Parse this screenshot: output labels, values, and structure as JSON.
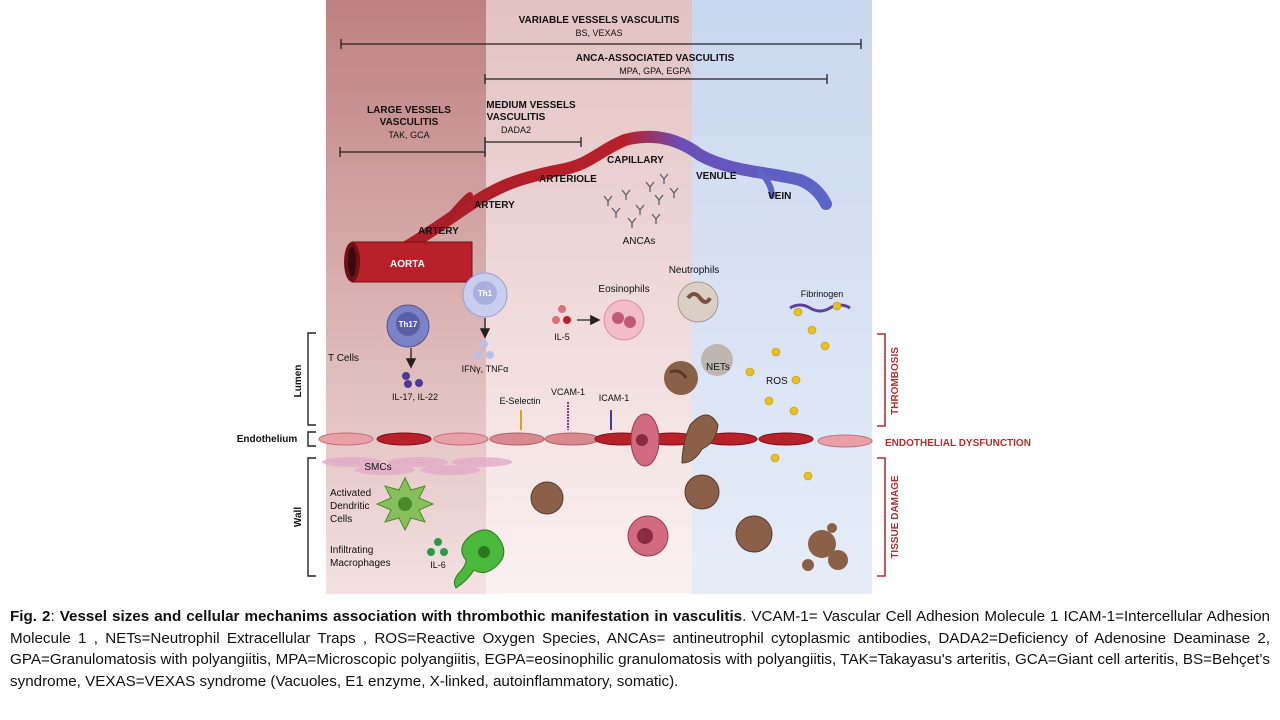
{
  "header": {
    "variable_title": "VARIABLE VESSELS VASCULITIS",
    "variable_sub": "BS, VEXAS",
    "anca_title": "ANCA-ASSOCIATED VASCULITIS",
    "anca_sub": "MPA, GPA, EGPA",
    "large_title_1": "LARGE VESSELS",
    "large_title_2": "VASCULITIS",
    "large_sub": "TAK, GCA",
    "medium_title_1": "MEDIUM  VESSELS",
    "medium_title_2": "VASCULITIS",
    "medium_sub": "DADA2"
  },
  "vessels": {
    "aorta": "AORTA",
    "artery_1": "ARTERY",
    "artery_2": "ARTERY",
    "arteriole": "ARTERIOLE",
    "capillary": "CAPILLARY",
    "venule": "VENULE",
    "vein": "VEIN"
  },
  "lumen": {
    "section_label": "Lumen",
    "t_cells": "T Cells",
    "th17": "Th17",
    "th1": "Th1",
    "il17": "IL-17, IL-22",
    "ifn": "IFNγ, TNFα",
    "il5": "IL-5",
    "eosinophils": "Eosinophils",
    "neutrophils": "Neutrophils",
    "ancas": "ANCAs",
    "fibrinogen": "Fibrinogen",
    "nets": "NETs",
    "ros": "ROS",
    "e_selectin": "E-Selectin",
    "vcam": "VCAM-1",
    "icam": "ICAM-1"
  },
  "endothelium": {
    "label": "Endothelium",
    "dysfunction": "ENDOTHELIAL DYSFUNCTION"
  },
  "wall": {
    "section_label": "Wall",
    "smcs": "SMCs",
    "dendritic_1": "Activated",
    "dendritic_2": "Dendritic",
    "dendritic_3": "Cells",
    "macro_1": "Infiltrating",
    "macro_2": "Macrophages",
    "il6": "IL-6"
  },
  "side_labels": {
    "thrombosis": "THROMBOSIS",
    "tissue_damage": "TISSUE DAMAGE"
  },
  "caption": {
    "fig_label": "Fig. 2",
    "colon": ": ",
    "title": "Vessel sizes and cellular mechanims association with thrombothic manifestation in vasculitis",
    "body": ". VCAM-1= Vascular Cell Adhesion Molecule 1  ICAM-1=Intercellular Adhesion Molecule 1 , NETs=Neutrophil Extracellular Traps , ROS=Reactive Oxygen Species, ANCAs= antineutrophil cytoplasmic antibodies, DADA2=Deficiency of Adenosine Deaminase 2,  GPA=Granulomatosis with polyangiitis, MPA=Microscopic polyangiitis, EGPA=eosinophilic granulomatosis with polyangiitis, TAK=Takayasu's arteritis, GCA=Giant cell arteritis, BS=Behçet’s syndrome, VEXAS=VEXAS syndrome (Vacuoles, E1 enzyme, X-linked, autoinflammatory, somatic)."
  },
  "colors": {
    "red_zone": "#c98c8c",
    "pink_zone": "#f2dcdc",
    "blue_zone": "#d3dff0",
    "artery_red": "#b8202a",
    "vein_blue": "#5a66c8",
    "side_red": "#b03030"
  }
}
